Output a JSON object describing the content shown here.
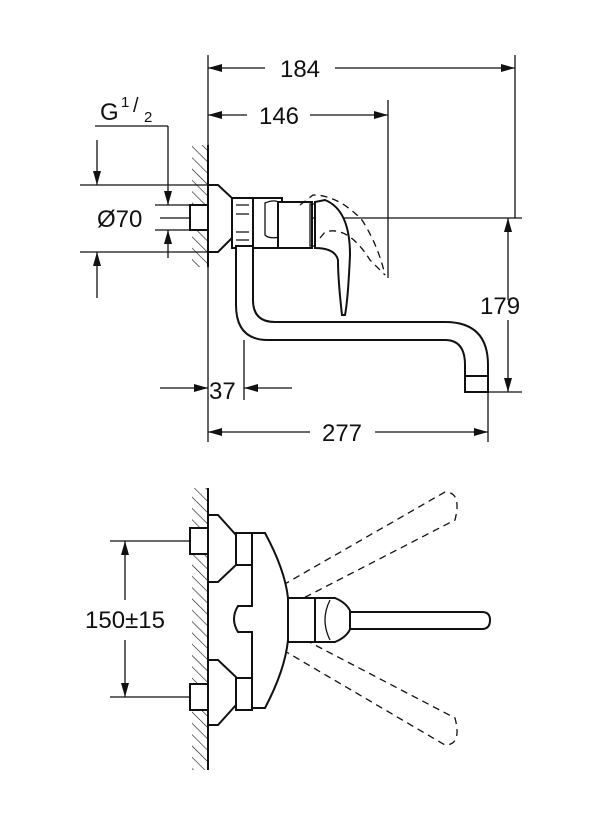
{
  "title": "Wall-mounted single-lever sink mixer – dimension drawing",
  "side_view": {
    "dim_overall_depth": "184",
    "dim_lever_depth": "146",
    "thread_prefix": "G",
    "thread_num": "1",
    "thread_den": "2",
    "dim_escutcheon": "Ø70",
    "dim_height": "179",
    "dim_wall_to_spout": "37",
    "dim_spout_reach": "277"
  },
  "top_view": {
    "dim_centres": "150±15"
  }
}
